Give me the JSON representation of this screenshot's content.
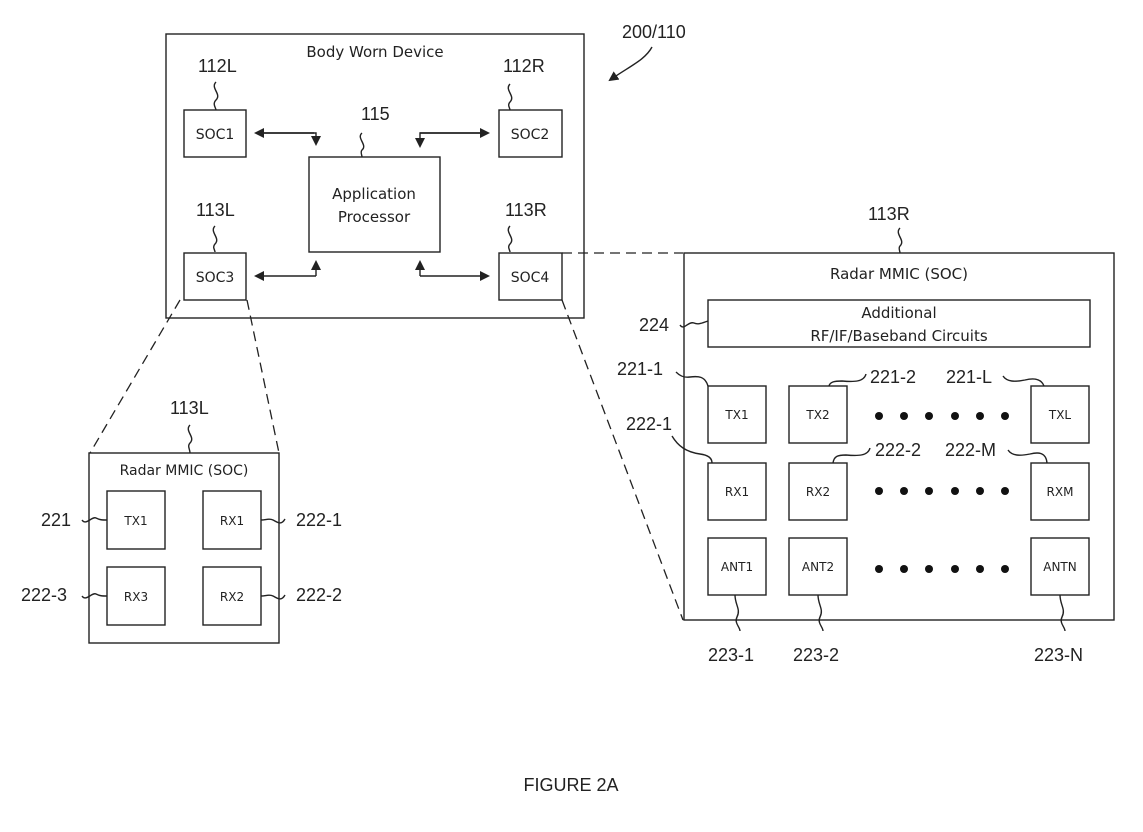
{
  "figure_caption": "FIGURE 2A",
  "device": {
    "ref": "200/110",
    "title": "Body Worn Device",
    "processor": {
      "ref": "115",
      "line1": "Application",
      "line2": "Processor"
    },
    "socs": [
      {
        "ref": "112L",
        "label": "SOC1"
      },
      {
        "ref": "112R",
        "label": "SOC2"
      },
      {
        "ref": "113L",
        "label": "SOC3"
      },
      {
        "ref": "113R",
        "label": "SOC4"
      }
    ]
  },
  "left_detail": {
    "ref": "113L",
    "title": "Radar MMIC (SOC)",
    "blocks": [
      {
        "label": "TX1",
        "ref": "221"
      },
      {
        "label": "RX1",
        "ref": "222-1"
      },
      {
        "label": "RX3",
        "ref": "222-3"
      },
      {
        "label": "RX2",
        "ref": "222-2"
      }
    ]
  },
  "right_detail": {
    "ref": "113R",
    "title": "Radar MMIC (SOC)",
    "circuits": {
      "ref": "224",
      "line1": "Additional",
      "line2": "RF/IF/Baseband Circuits"
    },
    "tx_row": [
      {
        "label": "TX1",
        "ref": "221-1"
      },
      {
        "label": "TX2",
        "ref": "221-2"
      },
      {
        "label": "TXL",
        "ref": "221-L"
      }
    ],
    "rx_row": [
      {
        "label": "RX1",
        "ref": "222-1"
      },
      {
        "label": "RX2",
        "ref": "222-2"
      },
      {
        "label": "RXM",
        "ref": "222-M"
      }
    ],
    "ant_row": [
      {
        "label": "ANT1",
        "ref": "223-1"
      },
      {
        "label": "ANT2",
        "ref": "223-2"
      },
      {
        "label": "ANTN",
        "ref": "223-N"
      }
    ]
  }
}
